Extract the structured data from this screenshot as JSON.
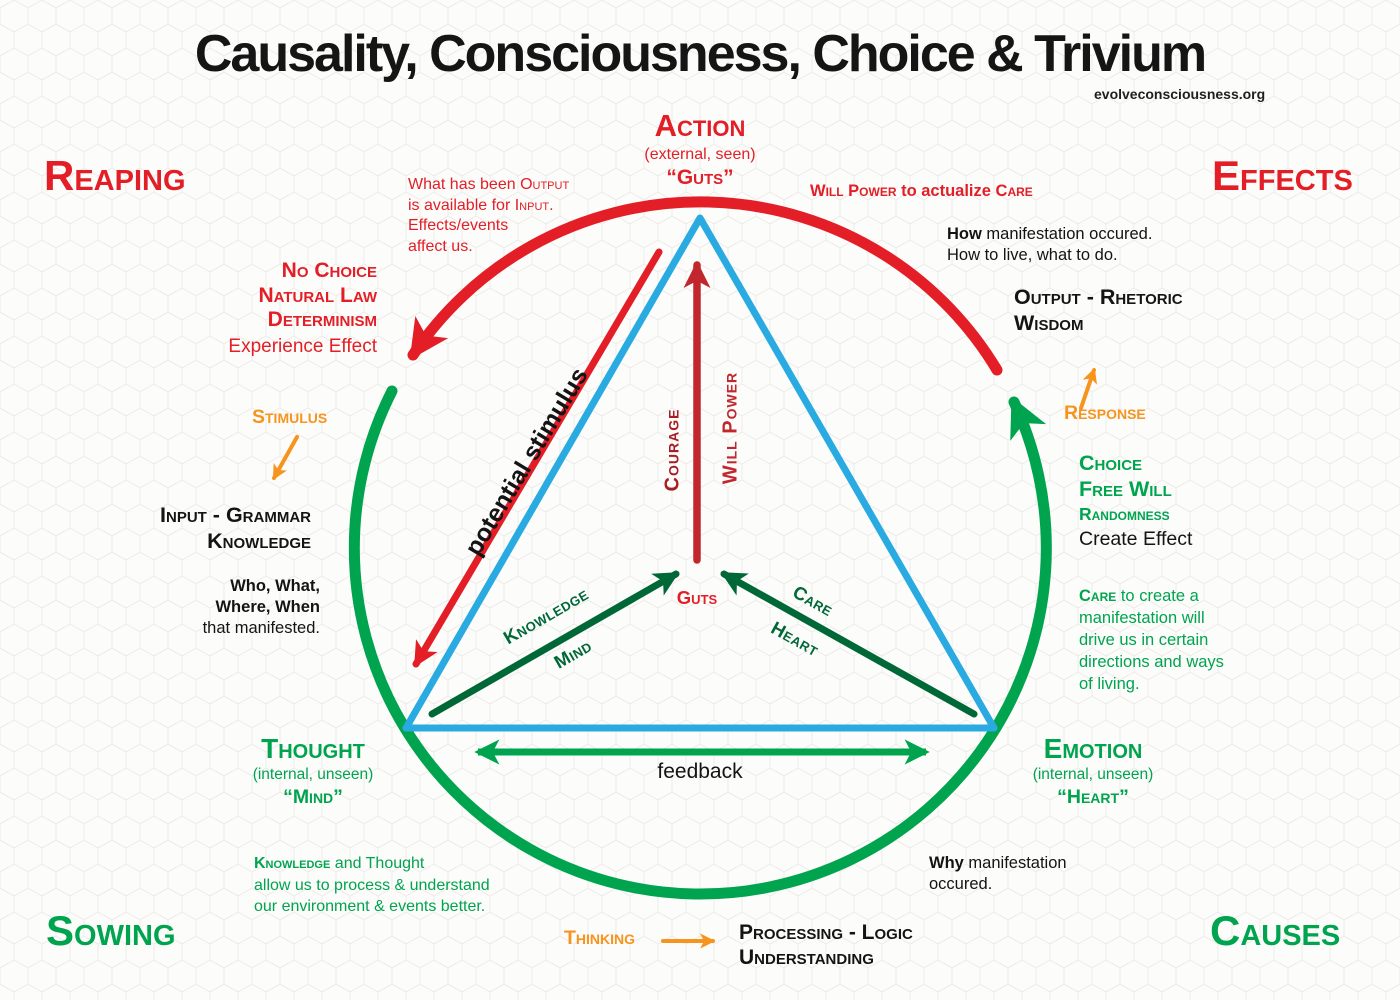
{
  "page": {
    "title": "Causality, Consciousness, Choice & Trivium",
    "website": "evolveconsciousness.org"
  },
  "corners": {
    "reaping": "Reaping",
    "effects": "Effects",
    "sowing": "Sowing",
    "causes": "Causes"
  },
  "vertices": {
    "action": {
      "title": "Action",
      "sub": "(external, seen)",
      "alias": "“Guts”"
    },
    "thought": {
      "title": "Thought",
      "sub": "(internal, unseen)",
      "alias": "“Mind”"
    },
    "emotion": {
      "title": "Emotion",
      "sub": "(internal, unseen)",
      "alias": "“Heart”"
    }
  },
  "inner": {
    "guts": "Guts",
    "courage": "Courage",
    "will_power": "Will Power",
    "knowledge": "Knowledge",
    "mind": "Mind",
    "care": "Care",
    "heart": "Heart",
    "feedback": "feedback",
    "potential_stimulus": "potential stimulus"
  },
  "left": {
    "output_note": {
      "l1a": "What has been ",
      "l1b": "Output",
      "l2a": "is available for ",
      "l2b": "Input",
      "l2c": ".",
      "l3": "Effects/events",
      "l4": "affect us."
    },
    "no_choice": {
      "l1": "No Choice",
      "l2": "Natural Law",
      "l3": "Determinism",
      "l4": "Experience Effect"
    },
    "stimulus": "Stimulus",
    "input_grammar": {
      "l1": "Input - Grammar",
      "l2": "Knowledge"
    },
    "who_note": {
      "l1": "Who, What,",
      "l2": "Where, When",
      "l3": "that manifested."
    },
    "knowledge_note": {
      "l1a": "Knowledge",
      "l1b": " and Thought",
      "l2": "allow us to process & understand",
      "l3": "our environment & events better."
    }
  },
  "right": {
    "will_care": {
      "a": "Will Power",
      "b": " to actualize ",
      "c": "Care"
    },
    "how_note": {
      "l1a": "How",
      "l1b": " manifestation occured.",
      "l2": "How to live, what to do."
    },
    "output_rhetoric": {
      "l1": "Output - Rhetoric",
      "l2": "Wisdom"
    },
    "response": "Response",
    "choice": {
      "l1": "Choice",
      "l2": "Free Will",
      "l3": "Randomness",
      "l4": "Create Effect"
    },
    "care_note": {
      "l1a": "Care",
      "l1b": " to create a",
      "l2": "manifestation will",
      "l3": "drive us in certain",
      "l4": "directions and ways",
      "l5": "of living."
    },
    "why_note": {
      "l1a": "Why",
      "l1b": " manifestation",
      "l2": "occured."
    }
  },
  "bottom": {
    "thinking": "Thinking",
    "processing": {
      "l1": "Processing - Logic",
      "l2": "Understanding"
    }
  },
  "colors": {
    "red": "#e31e26",
    "dark_red": "#a81d23",
    "crimson": "#c1272d",
    "green": "#00a44f",
    "dark_green": "#006837",
    "blue": "#29abe2",
    "orange": "#f7941e",
    "text": "#141414"
  }
}
